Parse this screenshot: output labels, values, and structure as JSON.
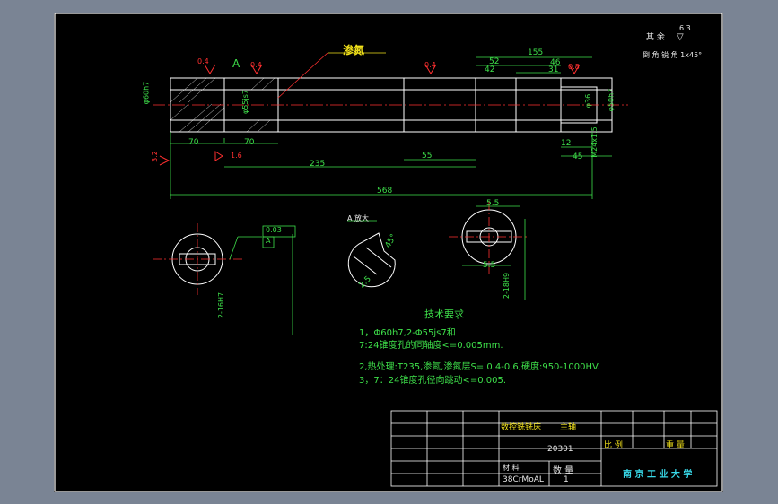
{
  "roughness_note": {
    "prefix": "其 余",
    "value": "6.3"
  },
  "chamfer_note": "倒 角 锐 角 1x45°",
  "labels": {
    "nitriding": "渗氮",
    "section_a": "A",
    "detail_a": "A 放大",
    "datum_a": "A",
    "tolerance_frame": "0.03"
  },
  "roughness_marks": [
    "0.4",
    "0.4",
    "0.4",
    "0.8",
    "1.6",
    "3.2"
  ],
  "dims": {
    "d155": "155",
    "d52": "52",
    "d42": "42",
    "d46": "46",
    "d31": "31",
    "d70a": "70",
    "d70b": "70",
    "d235": "235",
    "d55": "55",
    "d568": "568",
    "d12": "12",
    "d45": "45",
    "d5_5a": "5.5",
    "d5_5b": "5.5",
    "d2_5": "2.5",
    "d45deg": "45°",
    "dia60": "φ60h7",
    "dia55": "φ55js7",
    "dia50": "φ50h7",
    "dia36": "φ36",
    "m24": "M24x1.5",
    "keyway_a": "2-16H7",
    "keyway_b": "2-18H9"
  },
  "tech_requirements": {
    "title": "技术要求",
    "items": [
      "1，Φ60h7,2-Φ55js7和",
      "7:24锥度孔的同轴度<=0.005mm.",
      "2,热处理:T235,渗氮,渗氮层S= 0.4-0.6,硬度:950-1000HV.",
      "3，7：24锥度孔径向跳动<=0.005."
    ]
  },
  "title_block": {
    "product": "数控铣铣床",
    "part": "主轴",
    "drawing_no": "20301",
    "scale_label": "比 例",
    "weight_label": "重 量",
    "material_label": "材    料",
    "quantity_label": "数  量",
    "material": "38CrMoAL",
    "quantity": "1",
    "school": "南 京 工 业 大 学"
  }
}
